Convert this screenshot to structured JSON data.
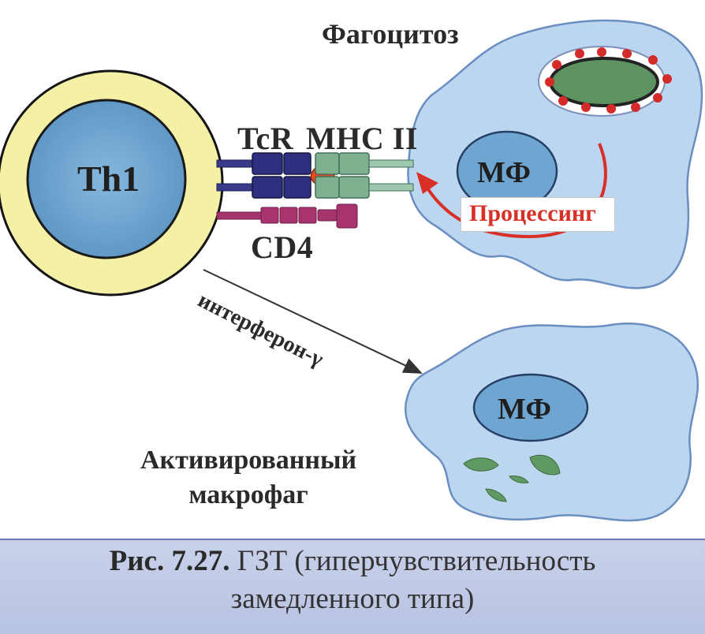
{
  "labels": {
    "phagocytosis": "Фагоцитоз",
    "tcr": "TcR",
    "mhc": "MHC II",
    "cd4": "CD4",
    "th1": "Th1",
    "mf_top": "МФ",
    "mf_bottom": "МФ",
    "processing": "Процессинг",
    "interferon": "интерферон-γ",
    "activated_line1": "Активированный",
    "activated_line2": "макрофаг"
  },
  "caption": {
    "number": "Рис. 7.27.",
    "line1_rest": "ГЗТ (гиперчувствительность",
    "line2": "замедленного типа)"
  },
  "colors": {
    "th1_outer": "#f4f0a6",
    "th1_nucleus": "#71a8d2",
    "macrophage": "#bcd6ef",
    "macrophage_outline": "#6a8ec0",
    "tcr": "#2e2f7e",
    "mhc": "#7fb190",
    "cd4": "#a8346e",
    "bacterium": "#5c9360",
    "dots": "#d42b2b",
    "processing": "#d83027",
    "caption_band": "#c2cbe7"
  }
}
